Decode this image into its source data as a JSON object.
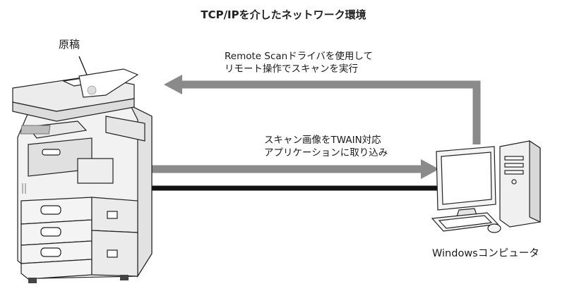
{
  "title": "TCP/IPを介したネットワーク環境",
  "labels": {
    "original": "原稿",
    "remote_scan_line1": "Remote Scanドライバを使用して",
    "remote_scan_line2": "リモート操作でスキャンを実行",
    "twain_line1": "スキャン画像をTWAIN対応",
    "twain_line2": "アプリケーションに取り込み",
    "computer": "Windowsコンピュータ"
  },
  "colors": {
    "arrow_gray": "#8a8a8a",
    "network_line": "#111111"
  },
  "icons": {
    "mfp": "multifunction-printer-icon",
    "pc": "desktop-computer-icon"
  }
}
